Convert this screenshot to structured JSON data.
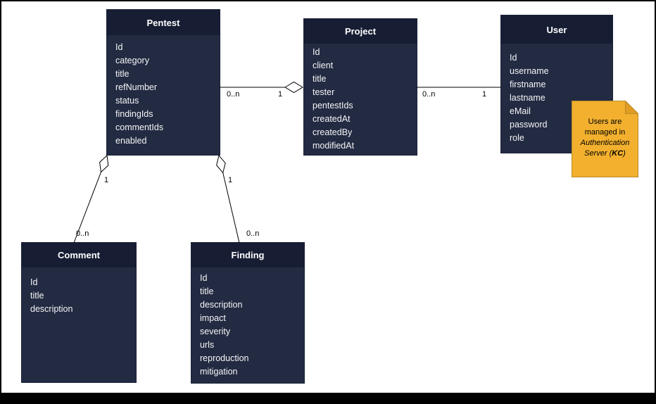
{
  "diagram": {
    "type": "uml-entity-diagram",
    "colors": {
      "entity_header": "#171d33",
      "entity_body": "#232b43",
      "entity_text": "#f5f5f5",
      "connector_line": "#000000",
      "note_fill": "#f2b02e",
      "note_fold": "#e09d22",
      "note_border": "#b98b28",
      "background": "#ffffff",
      "frame": "#000000"
    },
    "entities": [
      {
        "title": "Pentest",
        "attributes": [
          "Id",
          "category",
          "title",
          "refNumber",
          "status",
          "findingIds",
          "commentIds",
          "enabled"
        ]
      },
      {
        "title": "Project",
        "attributes": [
          "Id",
          "client",
          "title",
          "tester",
          "pentestIds",
          "createdAt",
          "createdBy",
          "modifiedAt"
        ]
      },
      {
        "title": "User",
        "attributes": [
          "Id",
          "username",
          "firstname",
          "lastname",
          "eMail",
          "password",
          "role"
        ]
      },
      {
        "title": "Comment",
        "attributes": [
          "Id",
          "title",
          "description"
        ]
      },
      {
        "title": "Finding",
        "attributes": [
          "Id",
          "title",
          "description",
          "impact",
          "severity",
          "urls",
          "reproduction",
          "mitigation"
        ]
      }
    ],
    "relationships": [
      {
        "from": "Pentest",
        "to": "Project",
        "source_label": "0..n",
        "target_label": "1",
        "marker": "hollow-diamond-at-project"
      },
      {
        "from": "Project",
        "to": "User",
        "source_label": "0..n",
        "target_label": "1",
        "marker": "none"
      },
      {
        "from": "Pentest",
        "to": "Comment",
        "source_label": "1",
        "target_label": "0..n",
        "marker": "hollow-diamond-at-pentest"
      },
      {
        "from": "Pentest",
        "to": "Finding",
        "source_label": "1",
        "target_label": "0..n",
        "marker": "hollow-diamond-at-pentest"
      }
    ],
    "note": {
      "line1": "Users are",
      "line2": "managed in",
      "line3": "Authentication",
      "line4_prefix": "Server (",
      "line4_emphasis": "KC",
      "line4_suffix": ")"
    }
  }
}
